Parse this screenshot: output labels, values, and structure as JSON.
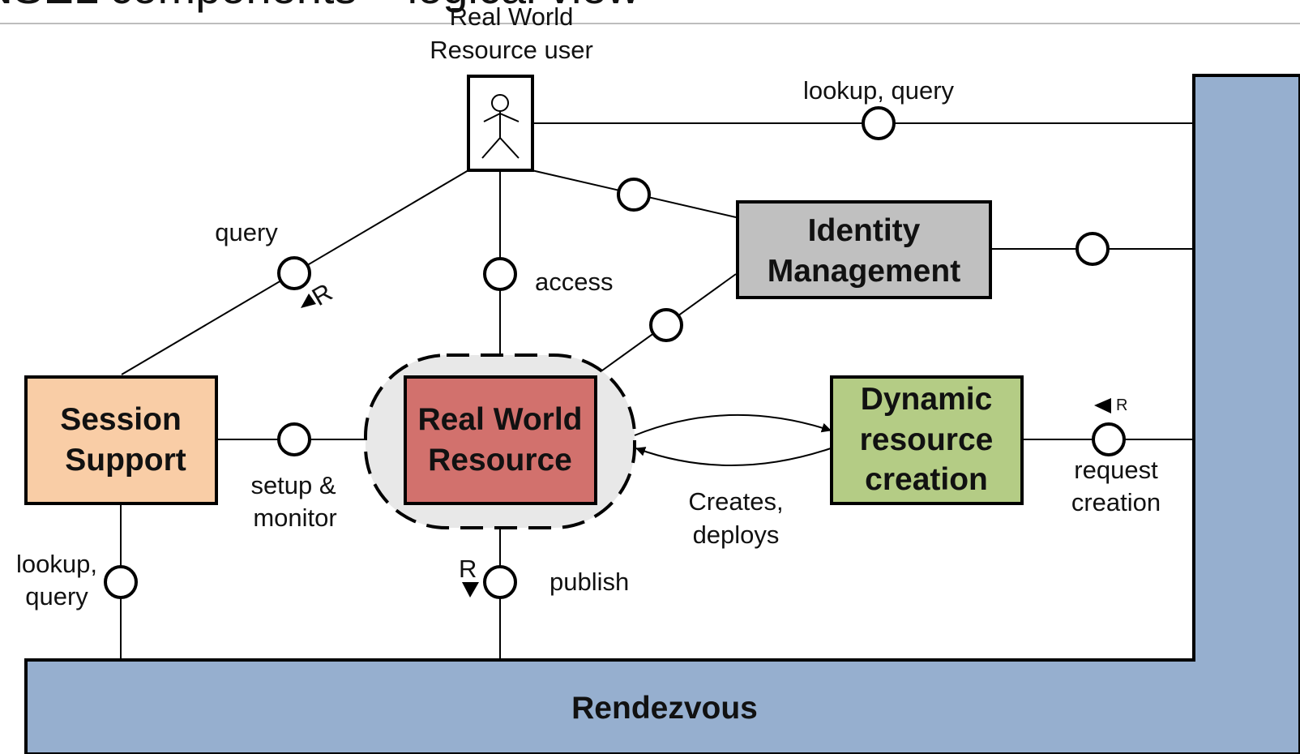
{
  "header": {
    "title_fragment": "INSEL components – logical view"
  },
  "actor": {
    "label_line1": "Real World",
    "label_line2": "Resource user"
  },
  "components": {
    "identity": {
      "line1": "Identity",
      "line2": "Management",
      "fill": "#C0C0C0"
    },
    "session": {
      "line1": "Session",
      "line2": "Support",
      "fill": "#F9CDA6"
    },
    "rwr": {
      "line1": "Real World",
      "line2": "Resource",
      "fill": "#D2716D"
    },
    "dynamic": {
      "line1": "Dynamic",
      "line2": "resource",
      "line3": "creation",
      "fill": "#B4CC85"
    },
    "rendezvous": {
      "label": "Rendezvous",
      "fill": "#96AFCF"
    }
  },
  "interfaces": {
    "lookup_query_top": "lookup, query",
    "query": "query",
    "access": "access",
    "setup_line1": "setup &",
    "setup_line2": "monitor",
    "creates_line1": "Creates,",
    "creates_line2": "deploys",
    "request_line1": "request",
    "request_line2": "creation",
    "lookup_left_line1": "lookup,",
    "lookup_left_line2": "query",
    "publish": "publish",
    "r_marker": "R"
  },
  "colors": {
    "rwr_halo": "#E8E8E8",
    "line": "#000000"
  }
}
